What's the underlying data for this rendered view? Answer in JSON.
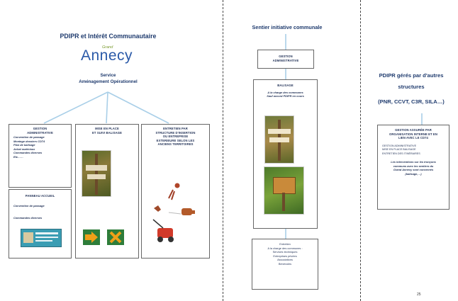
{
  "left": {
    "title": "PDIPR et Intérêt Communautaire",
    "logo_small": "Grand",
    "logo_big": "Annecy",
    "service_line1": "Service",
    "service_line2": "Aménagement Opérationnel",
    "box_gestion": {
      "title1": "GESTION",
      "title2": "ADMINISTRATIVE",
      "items": [
        "Convention de passage",
        "Montage dossiers CD74",
        "Plan de balisage",
        "Achat matériaux",
        "Commandes diverses",
        "Etc……"
      ]
    },
    "box_panneau": {
      "title": "PANNEAU ACCUEIL",
      "items": [
        "Convention de passage",
        "Commandes diverses"
      ]
    },
    "box_balisage": {
      "title1": "MISE EN PLACE",
      "title2": "ET SUIVI BALISAGE"
    },
    "box_entretien": {
      "lines": [
        "ENTRETIEN PAR",
        "STRUCTURE D'INSERTION",
        "OU ENTREPRISE",
        "EXTERIEURE SELON LES",
        "ANCIENS TERRITOIRES"
      ]
    }
  },
  "middle": {
    "title": "Sentier initiative communale",
    "box_gestion": {
      "line1": "GESTION",
      "line2": "ADMINISTRATIVE"
    },
    "box_balisage": {
      "title": "BALISAGE",
      "line1": "A la charge des communes",
      "line2": "Sauf accord PDIPR en cours"
    },
    "box_entretien": {
      "lines": [
        "Entretien",
        "A la charge des communes :",
        "Services techniques",
        "Entreprises privées",
        "Associations",
        "Bénévoles"
      ]
    }
  },
  "right": {
    "title_line1": "PDIPR gérés par d'autres",
    "title_line2": "structures",
    "title_line3": "(PNR, CCVT, C3R, SILA…)",
    "box": {
      "head1": "GESTION ASSURÉE PAR",
      "head2": "ORGANISATION INTERNE ET EN",
      "head3": "LIEN AVEC LE CD74",
      "item1": "GESTION ADMINISTRATIVE",
      "item2": "MISE EN PLACE BALISAGE",
      "item3": "ENTRETIEN DES ITINÉRAIRES",
      "note1": "Les interventions sur les tronçons",
      "note2": "communs avec les sentiers du",
      "note3": "Grand Annecy sont concernés",
      "note4": "(balisage,…)"
    }
  },
  "page_number": "25",
  "colors": {
    "title": "#1f3b6e",
    "connector": "#a9cfe8",
    "logo_text": "#2b5aa8",
    "logo_accent": "#7a9a2e",
    "arrow_orange": "#f0a018",
    "arrow_bg": "#2e7d3a"
  }
}
